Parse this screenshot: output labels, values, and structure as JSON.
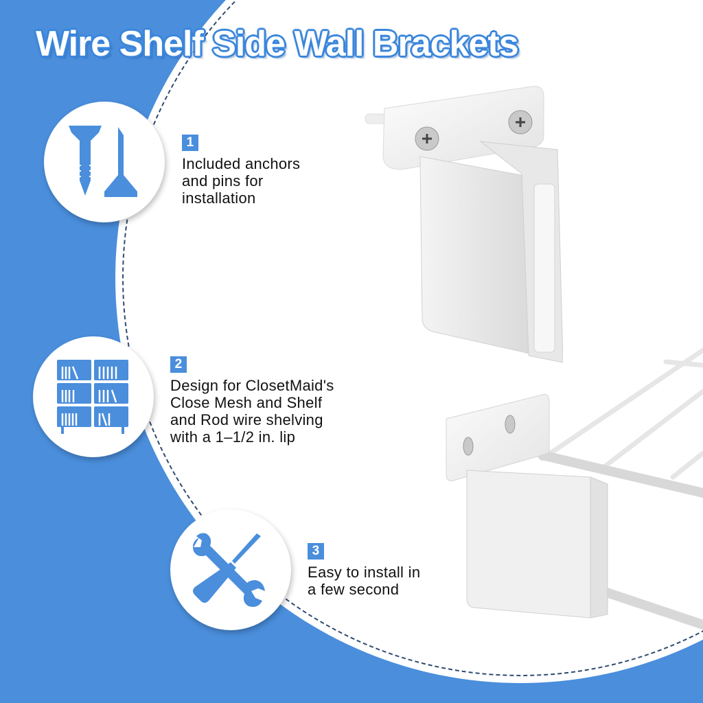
{
  "banner": {
    "title": "Wire Shelf Side Wall Brackets",
    "colors": {
      "background_blue": "#4a8edc",
      "title_stroke": "#3a86dc",
      "dashed_line": "#2f4a70",
      "text": "#111111"
    }
  },
  "features": [
    {
      "number": "1",
      "icon": "screws-icon",
      "text": "Included anchors\nand pins for\ninstallation"
    },
    {
      "number": "2",
      "icon": "bookshelf-icon",
      "text": "Design for ClosetMaidʹs\nClose Mesh and Shelf\nand Rod wire shelving\nwith a 1–1/2 in. lip"
    },
    {
      "number": "3",
      "icon": "wrench-screwdriver-icon",
      "text": "Easy to install in\na few second"
    }
  ],
  "products": [
    {
      "name": "side-wall-bracket-with-screws"
    },
    {
      "name": "bracket-installed-on-wire-shelf"
    }
  ]
}
